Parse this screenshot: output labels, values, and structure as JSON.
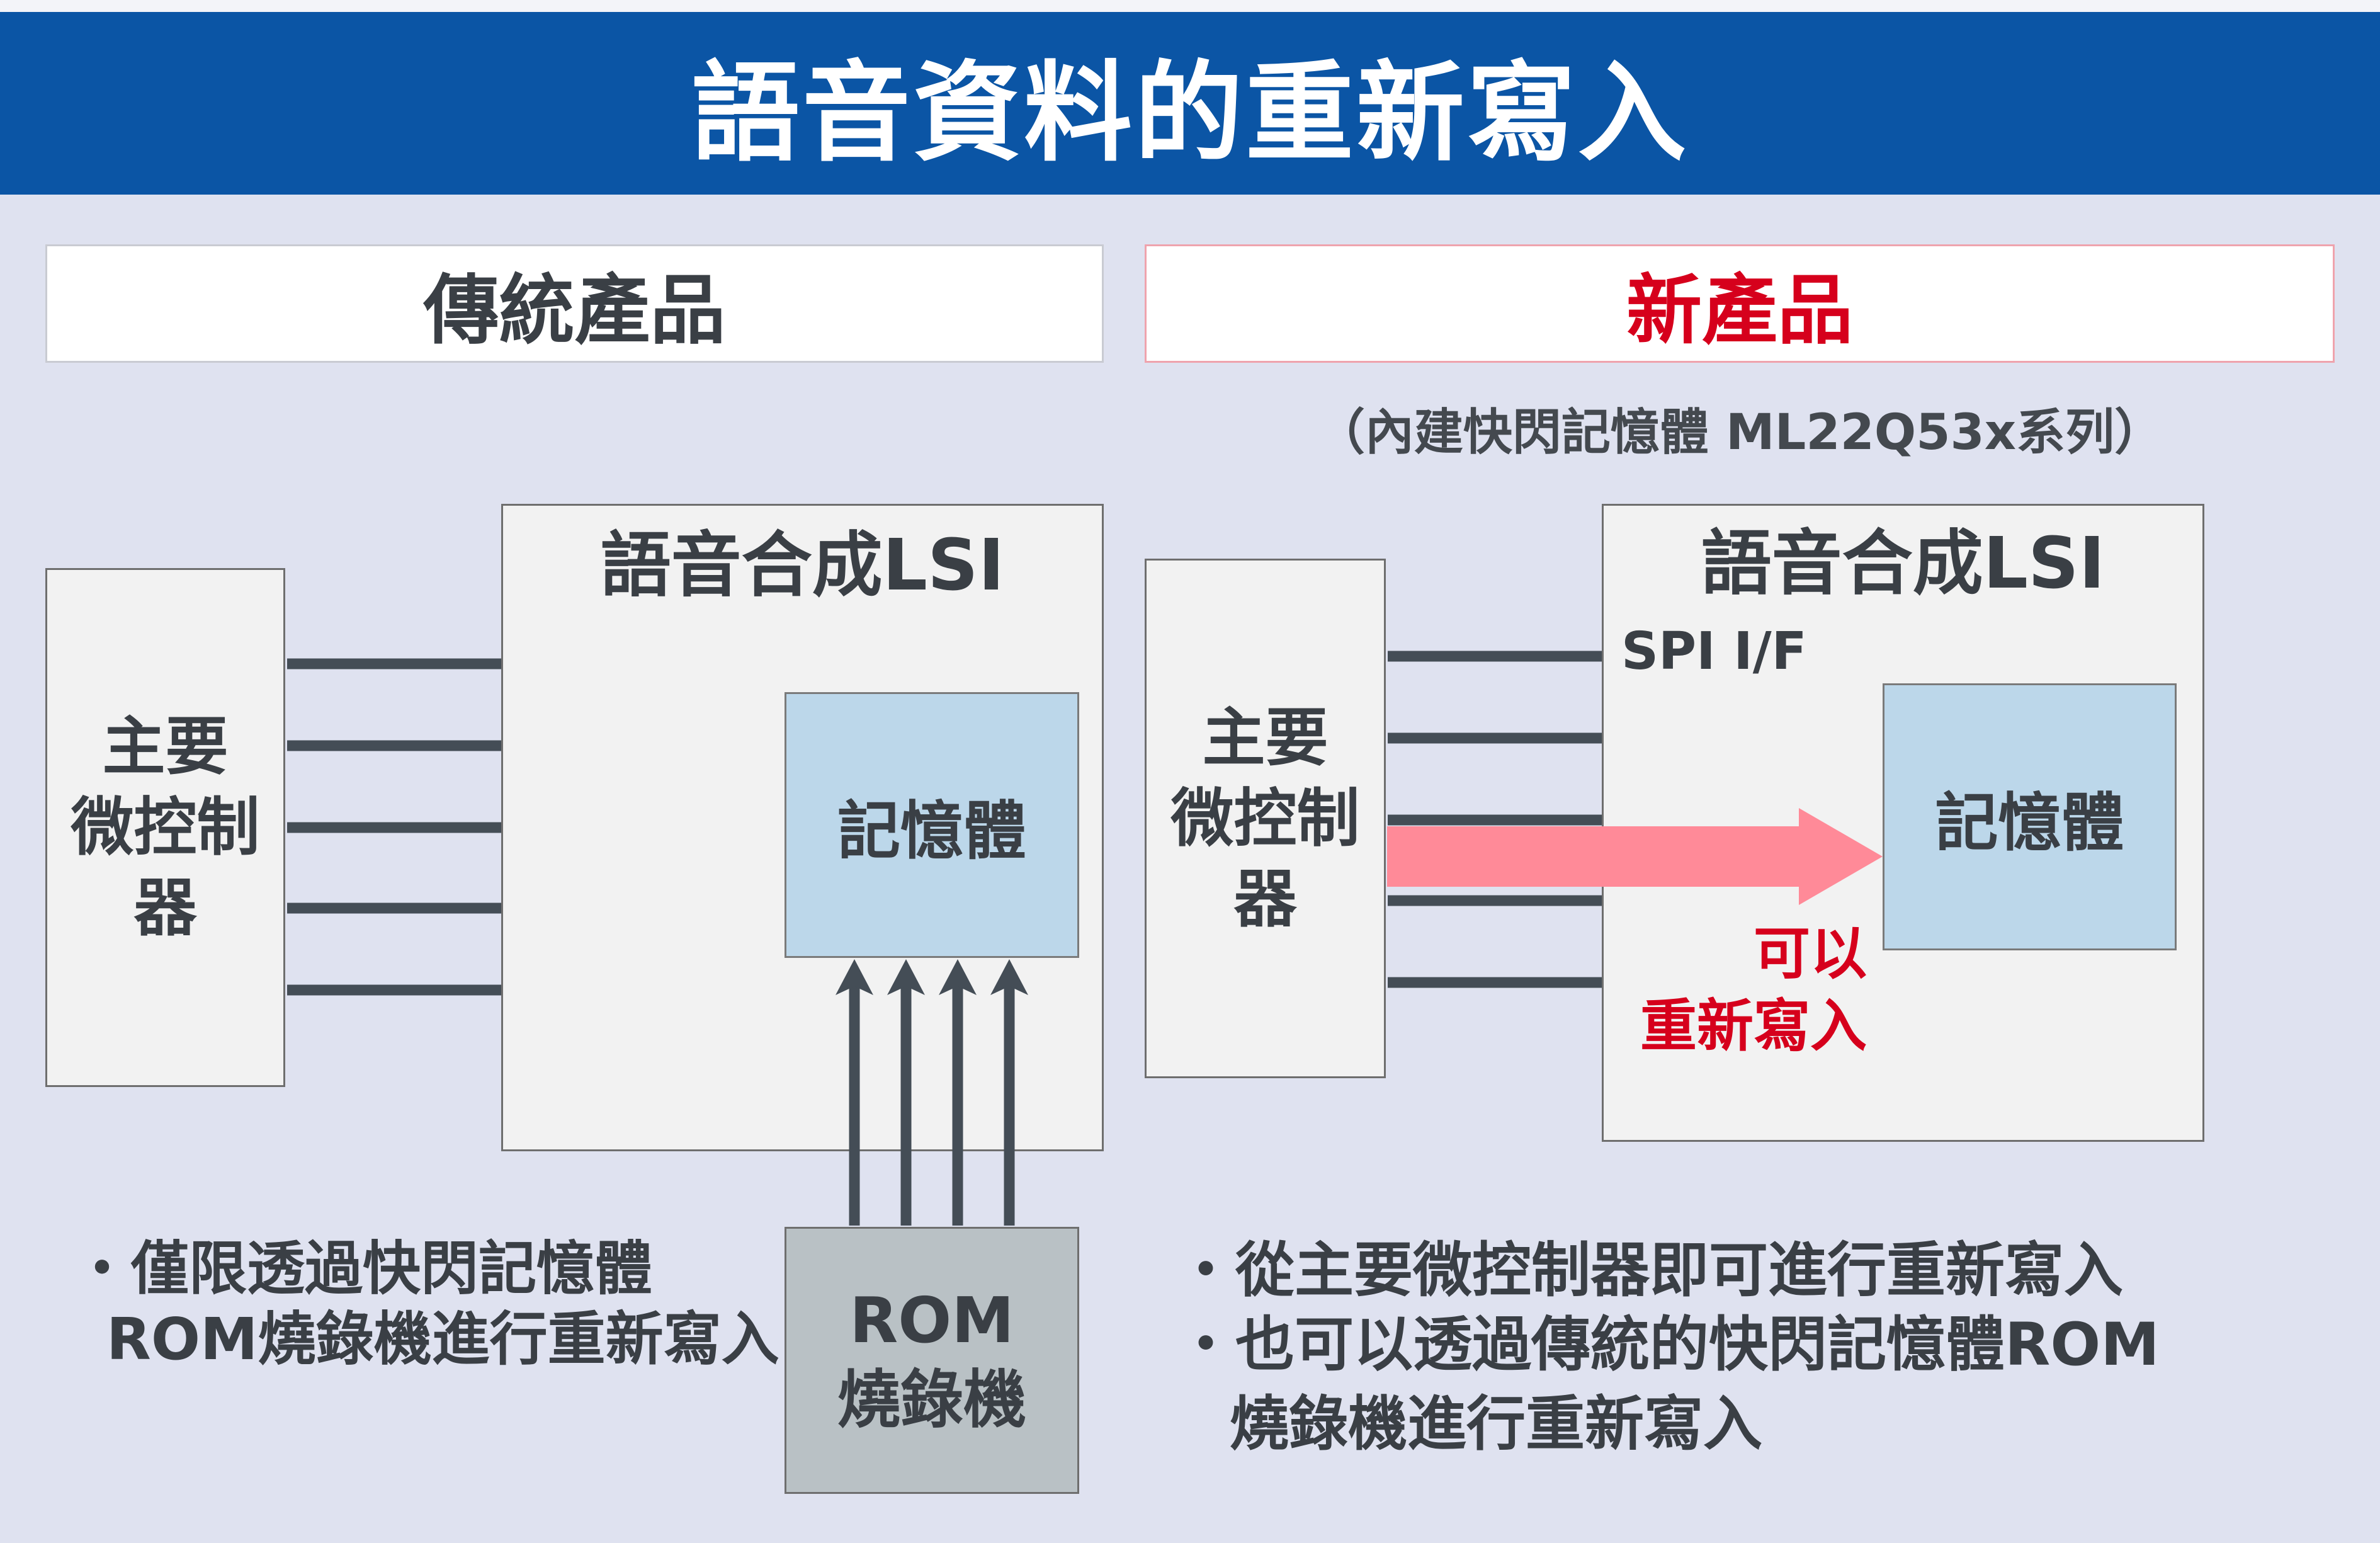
{
  "title": "語音資料的重新寫入",
  "left": {
    "header": "傳統產品",
    "mcu_lines": [
      "主要",
      "微控制",
      "器"
    ],
    "lsi_title": "語音合成LSI",
    "memory": "記憶體",
    "rom_lines": [
      "ROM",
      "燒錄機"
    ],
    "notes": [
      "・僅限透過快閃記憶體",
      "ROM燒錄機進行重新寫入"
    ]
  },
  "right": {
    "header": "新產品",
    "subtitle": "（內建快閃記憶體 ML22Q53x系列）",
    "mcu_lines": [
      "主要",
      "微控制",
      "器"
    ],
    "lsi_title": "語音合成LSI",
    "interface": "SPI I/F",
    "memory": "記憶體",
    "arrow_label": [
      "可以",
      "重新寫入"
    ],
    "notes": [
      "・從主要微控制器即可進行重新寫入",
      "・也可以透過傳統的快閃記憶體ROM",
      "燒錄機進行重新寫入"
    ]
  },
  "colors": {
    "title_bar": "#0b55a5",
    "background": "#dfe2f0",
    "accent_red": "#d6001c",
    "memory_fill": "#bcd7ea",
    "rom_fill": "#b9c1c5",
    "bus_line": "#444d56",
    "rewrite_arrow": "#ff8a98"
  }
}
